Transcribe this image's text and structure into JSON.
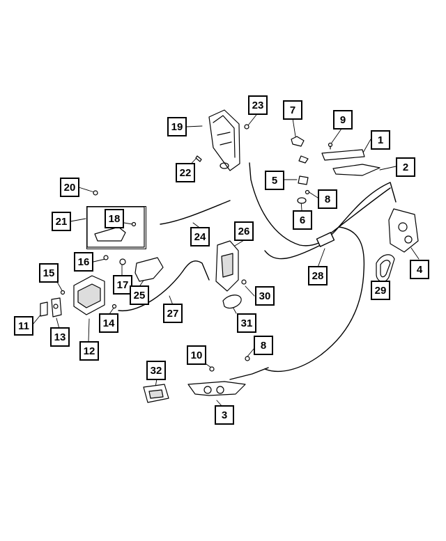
{
  "diagram": {
    "callouts": {
      "c1": "1",
      "c2": "2",
      "c3": "3",
      "c4": "4",
      "c5": "5",
      "c6": "6",
      "c7": "7",
      "c8a": "8",
      "c8b": "8",
      "c9": "9",
      "c10": "10",
      "c11": "11",
      "c12": "12",
      "c13": "13",
      "c14": "14",
      "c15": "15",
      "c16": "16",
      "c17": "17",
      "c18": "18",
      "c19": "19",
      "c20": "20",
      "c21": "21",
      "c22": "22",
      "c23": "23",
      "c24": "24",
      "c25": "25",
      "c26": "26",
      "c27": "27",
      "c28": "28",
      "c29": "29",
      "c30": "30",
      "c31": "31",
      "c32": "32"
    },
    "colors": {
      "line": "#000000",
      "part_fill": "#ffffff",
      "part_shade": "#dddddd"
    }
  }
}
